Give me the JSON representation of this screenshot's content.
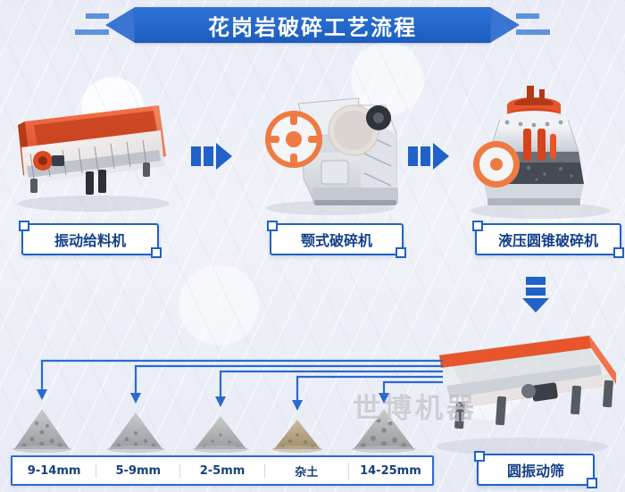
{
  "title": "花岗岩破碎工艺流程",
  "watermark": "世博机器",
  "equipment": [
    {
      "id": "vibrating-feeder",
      "label": "振动给料机"
    },
    {
      "id": "jaw-crusher",
      "label": "颚式破碎机"
    },
    {
      "id": "hydraulic-cone-crusher",
      "label": "液压圆锥破碎机"
    },
    {
      "id": "circular-vibrating-screen",
      "label": "圆振动筛"
    }
  ],
  "outputs": [
    {
      "label": "9-14mm"
    },
    {
      "label": "5-9mm"
    },
    {
      "label": "2-5mm"
    },
    {
      "label": "杂土"
    },
    {
      "label": "14-25mm"
    }
  ],
  "arrows": [
    {
      "id": "arrow-feeder-to-jaw",
      "direction": "right"
    },
    {
      "id": "arrow-jaw-to-cone",
      "direction": "right"
    },
    {
      "id": "arrow-cone-to-screen",
      "direction": "down"
    }
  ],
  "colors": {
    "accent_blue": "#1f62c8",
    "title_blue": "#2f73d8",
    "machine_red": "#e8552a",
    "machine_body": "#f2f3f5",
    "label_text": "#14408a"
  }
}
